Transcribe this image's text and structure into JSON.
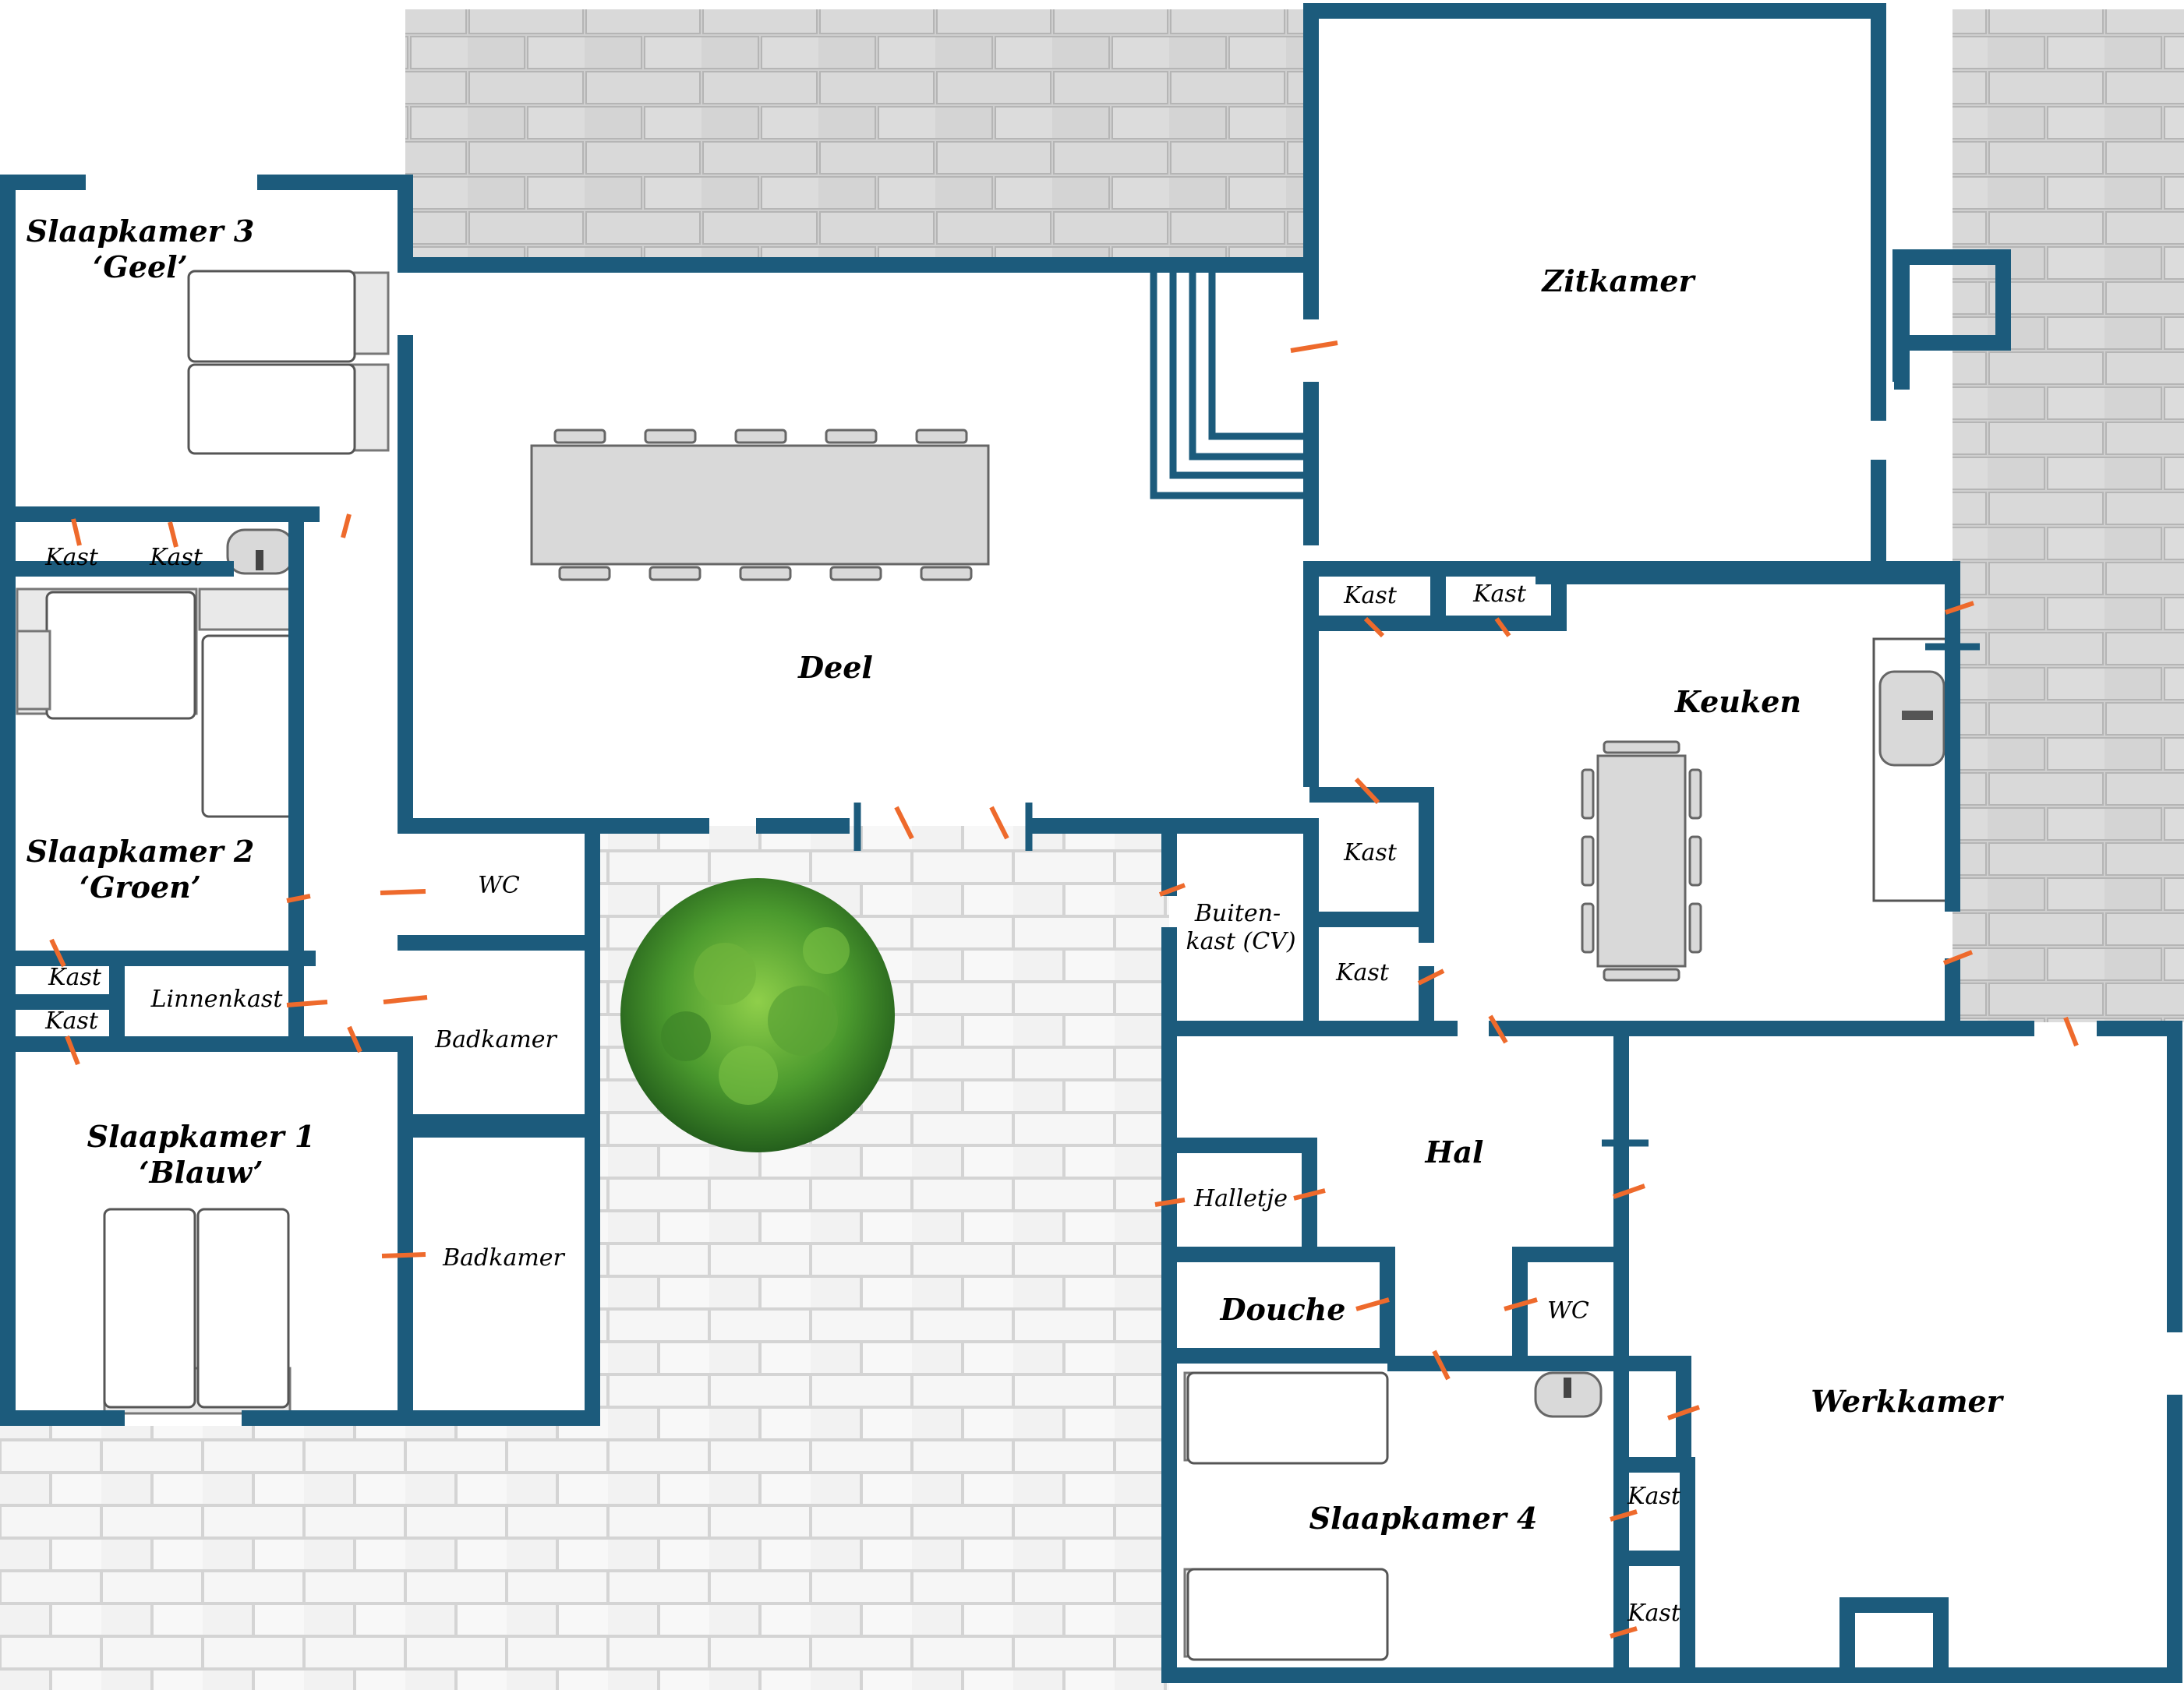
{
  "rooms": {
    "slaapkamer3": {
      "name": "Slaapkamer 3",
      "sub": "‘Geel’"
    },
    "slaapkamer2": {
      "name": "Slaapkamer 2",
      "sub": "‘Groen’"
    },
    "slaapkamer1": {
      "name": "Slaapkamer 1",
      "sub": "‘Blauw’"
    },
    "slaapkamer4": {
      "name": "Slaapkamer 4"
    },
    "deel": "Deel",
    "zitkamer": "Zitkamer",
    "keuken": "Keuken",
    "hal": "Hal",
    "werkkamer": "Werkkamer",
    "douche": "Douche"
  },
  "small": {
    "kast": "Kast",
    "wc": "WC",
    "linnenkast": "Linnenkast",
    "badkamer": "Badkamer",
    "buitenkast_1": "Buiten-",
    "buitenkast_2": "kast (CV)",
    "halletje": "Halletje"
  },
  "colors": {
    "wall": "#1c5b7c",
    "door": "#ee6a2c",
    "paving_dark": "#c9c9c9",
    "paving_light": "#f4f4f4",
    "furniture": "#d9d9d9",
    "shrub": "#3f8f2a"
  }
}
